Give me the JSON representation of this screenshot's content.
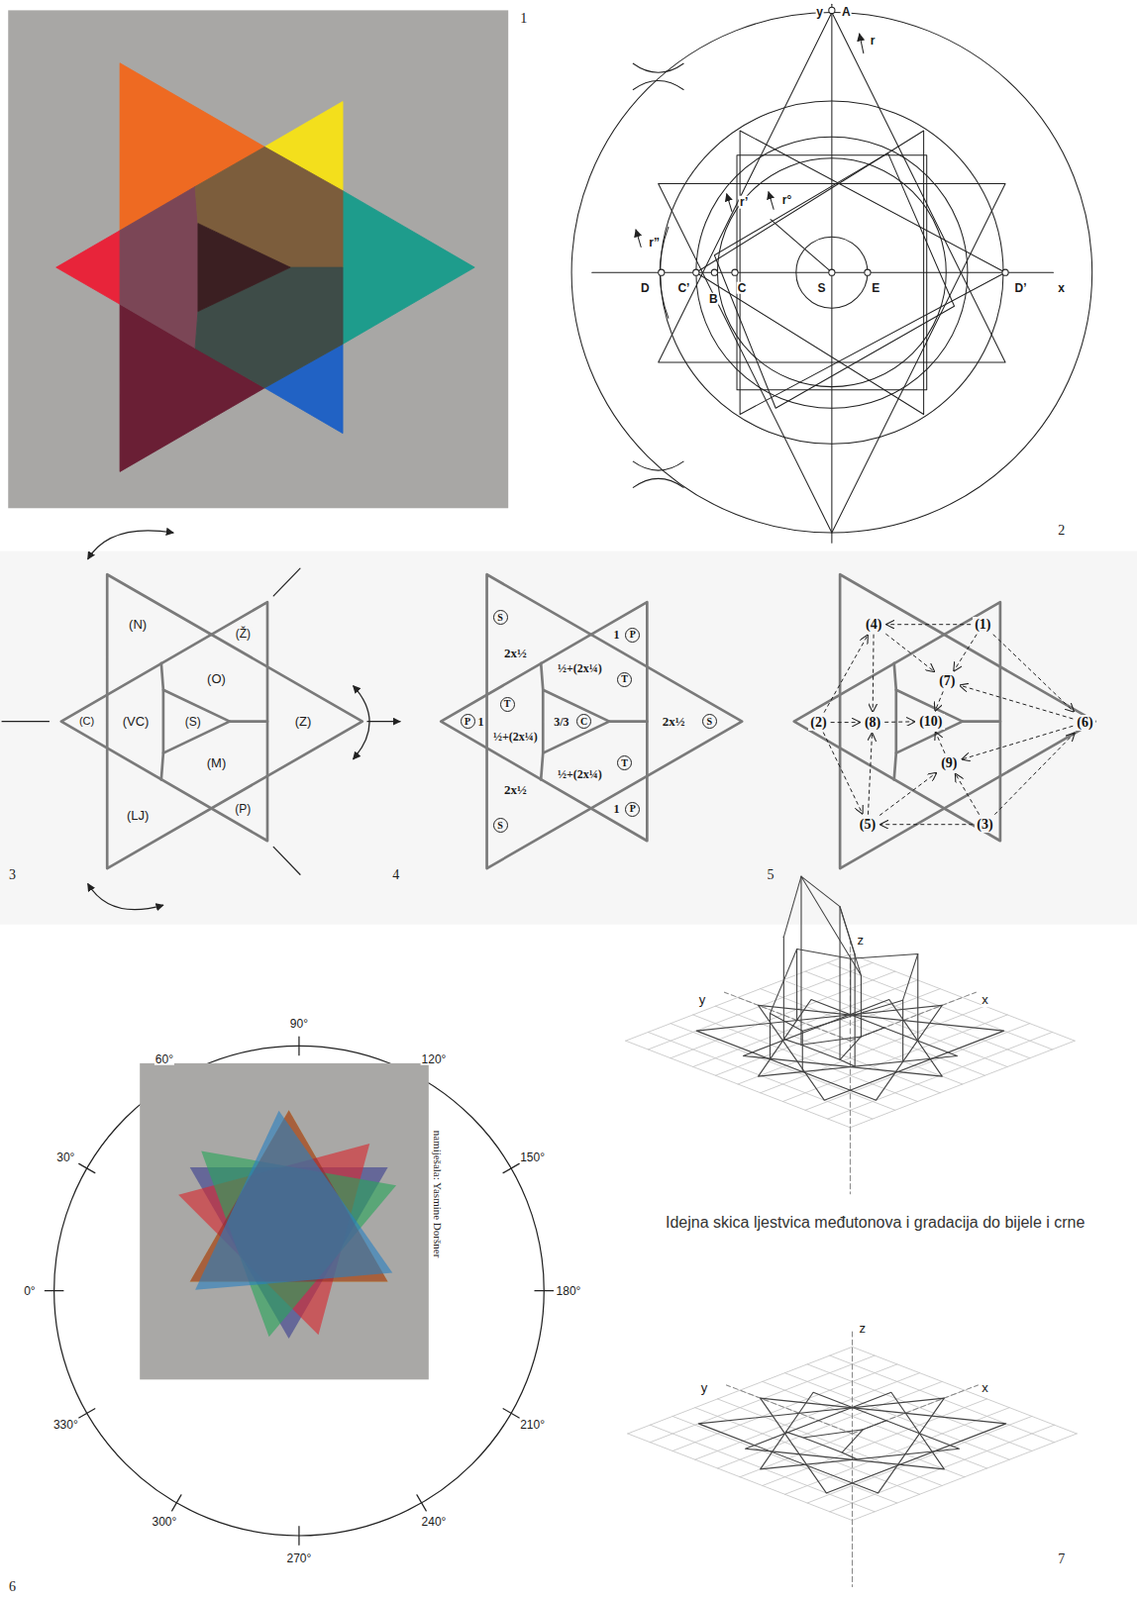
{
  "diagram": {
    "caption": "Idejna skica ljestvica međutonova i gradacija do bijele i crne",
    "nodes": [
      {
        "text": [
          "S"
        ]
      },
      {
        "text": [
          "P"
        ]
      },
      {
        "text": [
          "T"
        ]
      },
      {
        "text": [
          "T"
        ]
      },
      {
        "text": [
          "P"
        ]
      },
      {
        "text": [
          "C"
        ]
      },
      {
        "text": [
          "S"
        ]
      },
      {
        "text": [
          "T"
        ]
      },
      {
        "text": [
          "P"
        ]
      },
      {
        "text": [
          "S"
        ]
      },
      {
        "text": [
          "(4)"
        ]
      },
      {
        "text": [
          "(1)"
        ]
      },
      {
        "text": [
          "(7)"
        ]
      },
      {
        "text": [
          "(2)"
        ]
      },
      {
        "text": [
          "(8)"
        ]
      },
      {
        "text": [
          "(10)"
        ]
      },
      {
        "text": [
          "(6)"
        ]
      },
      {
        "text": [
          "(9)"
        ]
      },
      {
        "text": [
          "(5)"
        ]
      },
      {
        "text": [
          "(3)"
        ]
      }
    ],
    "edges": [
      {
        "from": 11,
        "to": 10,
        "arrow": "to"
      },
      {
        "from": 11,
        "to": 16,
        "arrow": "to"
      },
      {
        "from": 11,
        "to": 12,
        "arrow": "to"
      },
      {
        "from": 13,
        "to": 10,
        "arrow": "to"
      },
      {
        "from": 13,
        "to": 18,
        "arrow": "to"
      },
      {
        "from": 13,
        "to": 14,
        "arrow": "to"
      },
      {
        "from": 19,
        "to": 18,
        "arrow": "to"
      },
      {
        "from": 19,
        "to": 16,
        "arrow": "to"
      },
      {
        "from": 19,
        "to": 17,
        "arrow": "to"
      },
      {
        "from": 10,
        "to": 12,
        "arrow": "to"
      },
      {
        "from": 10,
        "to": 14,
        "arrow": "to"
      },
      {
        "from": 18,
        "to": 14,
        "arrow": "to"
      },
      {
        "from": 18,
        "to": 17,
        "arrow": "to"
      },
      {
        "from": 16,
        "to": 12,
        "arrow": "to"
      },
      {
        "from": 16,
        "to": 17,
        "arrow": "to"
      },
      {
        "from": 12,
        "to": 15,
        "arrow": "to"
      },
      {
        "from": 14,
        "to": 15,
        "arrow": "to"
      },
      {
        "from": 17,
        "to": 15,
        "arrow": "to"
      }
    ],
    "labels": [
      "1",
      "y",
      "A",
      "r",
      "r’",
      "r°",
      "r”",
      "D",
      "C’",
      "B",
      "C",
      "S",
      "E",
      "D’",
      "x",
      "2",
      "(N)",
      "(Ž)",
      "(O)",
      "(C)",
      "(VC)",
      "(S)",
      "(Z)",
      "(M)",
      "(LJ)",
      "(P)",
      "3",
      "2x½",
      "1",
      "½+(2x¼)",
      "½+(2x¼)",
      "1",
      "3/3",
      "2x½",
      "½+(2x¼)",
      "2x½",
      "1",
      "4",
      "5",
      "0°",
      "30°",
      "60°",
      "90°",
      "120°",
      "150°",
      "180°",
      "210°",
      "240°",
      "270°",
      "300°",
      "330°",
      "namiješala: Yasmine Doršner",
      "6",
      "z",
      "y",
      "x",
      "z",
      "y",
      "x",
      "7"
    ]
  }
}
